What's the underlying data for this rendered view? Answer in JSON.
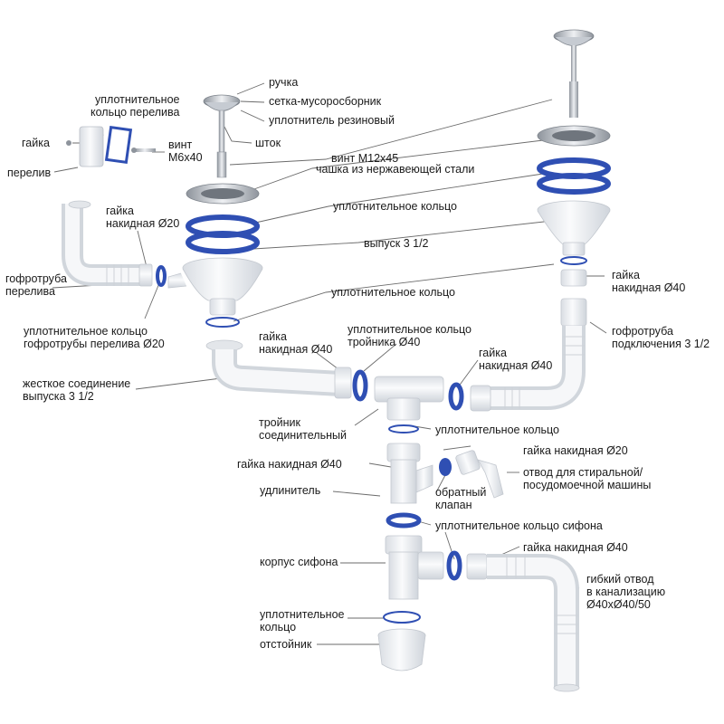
{
  "colors": {
    "plastic": "#f4f5f7",
    "plastic_shade": "#d6dae0",
    "seal_blue": "#2f4fb3",
    "steel": "#b9bec6",
    "leader": "#6b6b6b",
    "text": "#1a1a1a"
  },
  "labels": {
    "handle": "ручка",
    "strainer_grid": "сетка-мусоросборник",
    "rubber_seal": "уплотнитель резиновый",
    "stem": "шток",
    "screw_m12": "винт М12х45",
    "steel_cup": "чашка из нержавеющей стали",
    "overflow_seal_ring": "уплотнительное\nкольцо перелива",
    "nut_small": "гайка",
    "overflow": "перелив",
    "screw_m6": "винт\nМ6х40",
    "seal_ring_top": "уплотнительное кольцо",
    "outlet_312": "выпуск 3 1/2",
    "union_nut_20": "гайка\nнакидная Ø20",
    "overflow_corrugated": "гофротруба\nперелива",
    "seal_ring_mid": "уплотнительное кольцо",
    "nut_40_right": "гайка\nнакидная Ø40",
    "overflow_corr_seal": "уплотнительное кольцо\nгофротрубы перелива Ø20",
    "corrugated_connect": "гофротруба\nподключения 3 1/2",
    "nut_40_left": "гайка\nнакидная Ø40",
    "tee_seal": "уплотнительное кольцо\nтройника Ø40",
    "nut_40_tee": "гайка\nнакидная Ø40",
    "rigid_connection": "жесткое соединение\nвыпуска 3 1/2",
    "tee_connector": "тройник\nсоединительный",
    "seal_ring_low": "уплотнительное кольцо",
    "nut_20_low": "гайка накидная Ø20",
    "nut_40_ext": "гайка накидная Ø40",
    "washer_branch": "отвод для стиральной/\nпосудомоечной машины",
    "extender": "удлинитель",
    "check_valve": "обратный\nклапан",
    "siphon_seal": "уплотнительное кольцо сифона",
    "siphon_body": "корпус сифона",
    "nut_40_siphon": "гайка накидная Ø40",
    "flex_branch": "гибкий отвод\nв канализацию\nØ40хØ40/50",
    "seal_ring_bottom": "уплотнительное\nкольцо",
    "sump": "отстойник"
  }
}
